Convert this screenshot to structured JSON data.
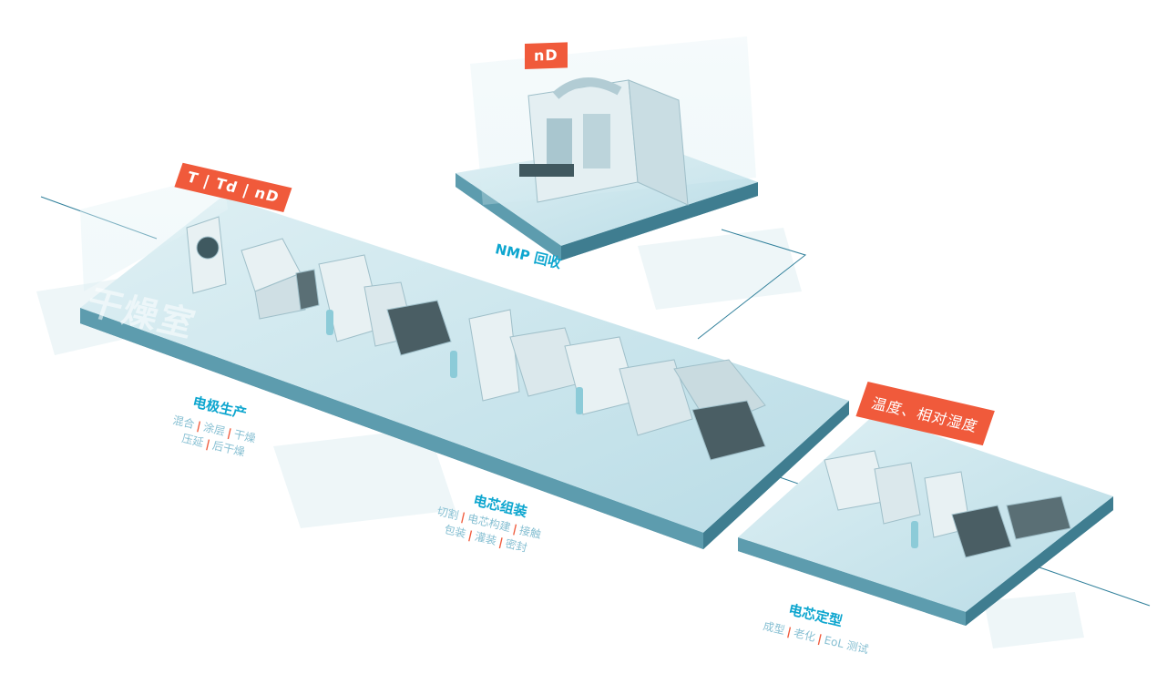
{
  "tags": {
    "nmp": "nD",
    "electrode": "T | Td | nD",
    "formation": "温度、相对湿度"
  },
  "room_label": "干燥室",
  "nmp_label": "NMP 回收",
  "stages": {
    "electrode": {
      "title": "电极生产",
      "line1": [
        "混合",
        "涂层",
        "干燥"
      ],
      "line2": [
        "压延",
        "后干燥"
      ]
    },
    "assembly": {
      "title": "电芯组装",
      "line1": [
        "切割",
        "电芯构建",
        "接触"
      ],
      "line2": [
        "包装",
        "灌装",
        "密封"
      ]
    },
    "formation": {
      "title": "电芯定型",
      "line1": [
        "成型",
        "老化",
        "EoL 测试"
      ]
    }
  },
  "colors": {
    "tag_bg": "#f05a3b",
    "title": "#0ea6cf",
    "subtitle": "#86bfd2",
    "platform_top": "#cfe8ee",
    "platform_side": "#4e8ea0"
  }
}
